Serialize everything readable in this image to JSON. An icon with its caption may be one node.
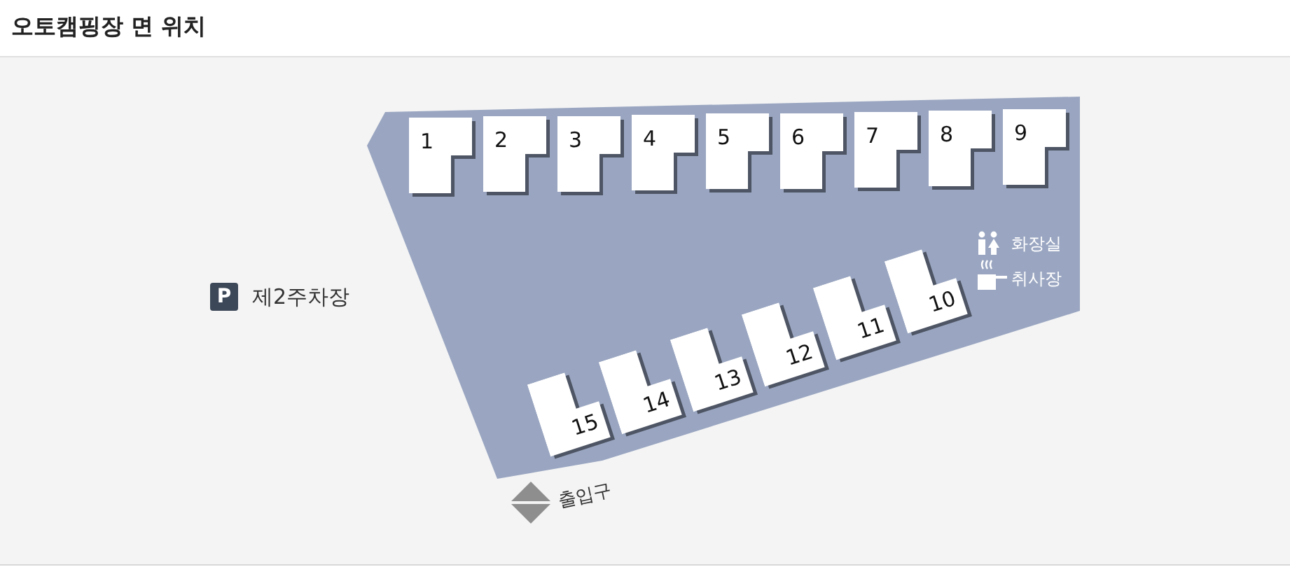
{
  "diagram": {
    "title": "오토캠핑장 면 위치",
    "nodes": [
      {
        "text": [],
        "shape": "box"
      },
      {
        "text": [
          "1"
        ],
        "in": 0
      },
      {
        "text": [
          "2"
        ],
        "in": 0
      },
      {
        "text": [
          "3"
        ],
        "in": 0
      },
      {
        "text": [
          "4"
        ],
        "in": 0
      },
      {
        "text": [
          "5"
        ],
        "in": 0
      },
      {
        "text": [
          "6"
        ],
        "in": 0
      },
      {
        "text": [
          "7"
        ],
        "in": 0
      },
      {
        "text": [
          "8"
        ],
        "in": 0
      },
      {
        "text": [
          "9"
        ],
        "in": 0
      },
      {
        "text": [
          "10"
        ],
        "in": 0
      },
      {
        "text": [
          "11"
        ],
        "in": 0
      },
      {
        "text": [
          "12"
        ],
        "in": 0
      },
      {
        "text": [
          "13"
        ],
        "in": 0
      },
      {
        "text": [
          "14"
        ],
        "in": 0
      },
      {
        "text": [
          "15"
        ],
        "in": 0
      }
    ],
    "labels": [
      "P",
      "제2주차장",
      "화장실",
      "취사장",
      "출입구"
    ]
  }
}
